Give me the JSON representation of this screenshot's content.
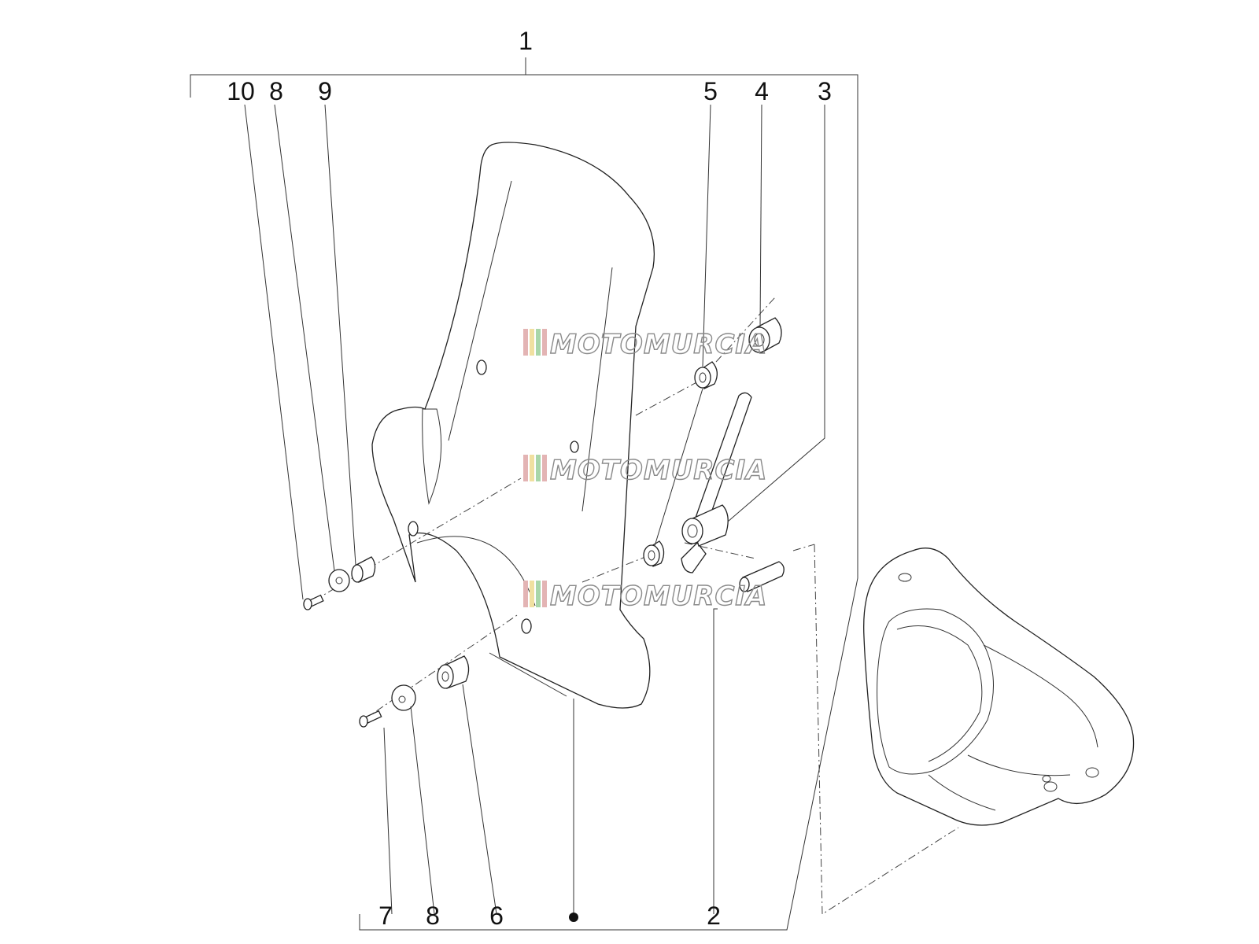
{
  "diagram": {
    "callouts": {
      "c1": "1",
      "c10": "10",
      "c8_top": "8",
      "c9": "9",
      "c5": "5",
      "c4": "4",
      "c3": "3",
      "c7": "7",
      "c8_bottom": "8",
      "c6": "6",
      "c2": "2"
    },
    "watermark": {
      "brand": "MOTOMURCIA",
      "stripe_colors": [
        "#e3b4b4",
        "#f0e0a0",
        "#a9d6a9",
        "#e3b4b4",
        "#f0e0a0",
        "#a9d6a9"
      ]
    }
  }
}
